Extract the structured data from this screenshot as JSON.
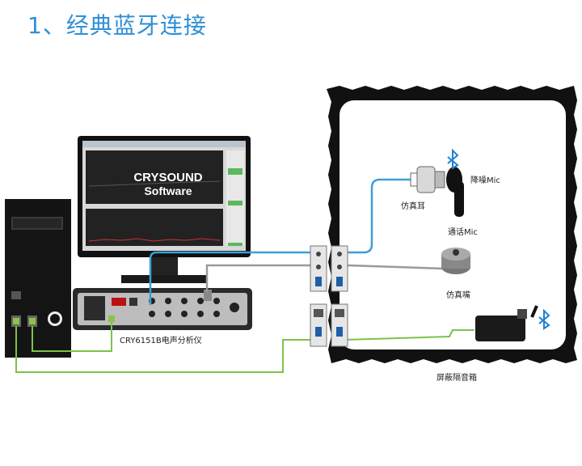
{
  "title": "1、经典蓝牙连接",
  "software": {
    "line1": "CRYSOUND",
    "line2": "Software"
  },
  "labels": {
    "analyzer": "CRY6151B电声分析仪",
    "ear": "仿真耳",
    "nc_mic": "降噪Mic",
    "call_mic": "通话Mic",
    "mouth": "仿真嘴",
    "box": "屏蔽隔音箱"
  },
  "colors": {
    "title": "#2f8fd6",
    "bt": "#1f7fd0",
    "cable_blue": "#3aa0d8",
    "cable_green": "#7cc24a",
    "cable_gray": "#9a9a9a"
  }
}
